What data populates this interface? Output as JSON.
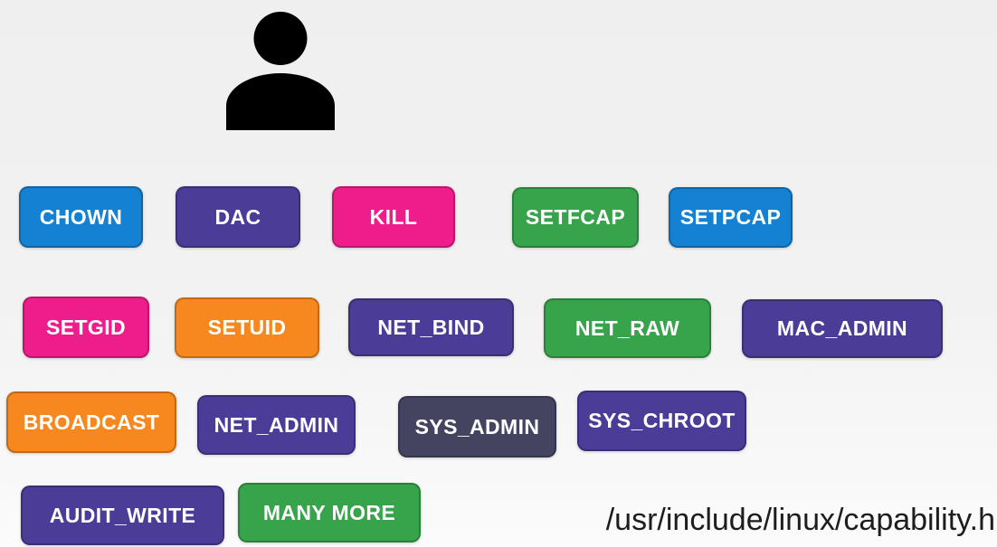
{
  "slide": {
    "person_icon": "user-silhouette-icon",
    "footer_path": "/usr/include/linux/capability.h"
  },
  "colors": {
    "blue": "#1581d3",
    "purple": "#4b3c97",
    "pink": "#ee1d8b",
    "green": "#37a44b",
    "orange": "#f6881f",
    "slate": "#454460",
    "icon": "#000000",
    "footer_text": "#1d1d1d"
  },
  "capabilities": {
    "row1": [
      {
        "label": "CHOWN",
        "color": "blue"
      },
      {
        "label": "DAC",
        "color": "purple"
      },
      {
        "label": "KILL",
        "color": "pink"
      },
      {
        "label": "SETFCAP",
        "color": "green"
      },
      {
        "label": "SETPCAP",
        "color": "blue"
      }
    ],
    "row2": [
      {
        "label": "SETGID",
        "color": "pink"
      },
      {
        "label": "SETUID",
        "color": "orange"
      },
      {
        "label": "NET_BIND",
        "color": "purple"
      },
      {
        "label": "NET_RAW",
        "color": "green"
      },
      {
        "label": "MAC_ADMIN",
        "color": "purple"
      }
    ],
    "row3": [
      {
        "label": "BROADCAST",
        "color": "orange"
      },
      {
        "label": "NET_ADMIN",
        "color": "purple"
      },
      {
        "label": "SYS_ADMIN",
        "color": "slate"
      },
      {
        "label": "SYS_CHROOT",
        "color": "purple"
      }
    ],
    "row4": [
      {
        "label": "AUDIT_WRITE",
        "color": "purple"
      },
      {
        "label": "MANY MORE",
        "color": "green"
      }
    ]
  }
}
